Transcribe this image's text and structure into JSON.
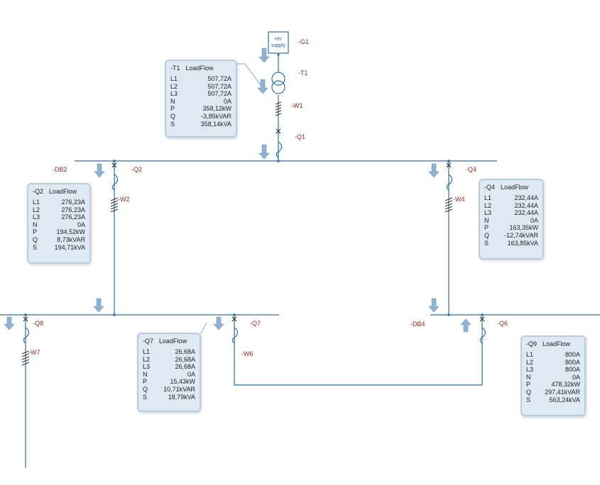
{
  "designations": {
    "g1": "-G1",
    "t1": "-T1",
    "w1": "-W1",
    "q1": "-Q1",
    "db2": "-DB2",
    "q2": "-Q2",
    "w2": "-W2",
    "q4": "-Q4",
    "w4": "-W4",
    "q8": "-Q8",
    "w7": "-W7",
    "q7": "-Q7",
    "w6": "-W6",
    "db4": "-DB4",
    "q6": "-Q6"
  },
  "hv_supply": {
    "line1": "HV",
    "line2": "supply"
  },
  "colors": {
    "wire": "#2b6ea8",
    "tag": "#8b2a1a",
    "panel_bg": "#dfe9f3",
    "panel_border": "#b9cde0",
    "arrow": "#8fb3d3"
  },
  "panels": [
    {
      "id": "t1",
      "title": "-T1",
      "subtitle": "LoadFlow",
      "rows": [
        {
          "label": "L1",
          "value": "507,72A"
        },
        {
          "label": "L2",
          "value": "507,72A"
        },
        {
          "label": "L3",
          "value": "507,72A"
        },
        {
          "label": "N",
          "value": "0A"
        },
        {
          "label": "P",
          "value": "358,12kW"
        },
        {
          "label": "Q",
          "value": "-3,85kVAR"
        },
        {
          "label": "S",
          "value": "358,14kVA"
        }
      ]
    },
    {
      "id": "q2",
      "title": "-Q2",
      "subtitle": "LoadFlow",
      "rows": [
        {
          "label": "L1",
          "value": "276,23A"
        },
        {
          "label": "L2",
          "value": "276,23A"
        },
        {
          "label": "L3",
          "value": "276,23A"
        },
        {
          "label": "N",
          "value": "0A"
        },
        {
          "label": "P",
          "value": "194,52kW"
        },
        {
          "label": "Q",
          "value": "8,73kVAR"
        },
        {
          "label": "S",
          "value": "194,71kVA"
        }
      ]
    },
    {
      "id": "q4",
      "title": "-Q4",
      "subtitle": "LoadFlow",
      "rows": [
        {
          "label": "L1",
          "value": "232,44A"
        },
        {
          "label": "L2",
          "value": "232,44A"
        },
        {
          "label": "L3",
          "value": "232,44A"
        },
        {
          "label": "N",
          "value": "0A"
        },
        {
          "label": "P",
          "value": "163,35kW"
        },
        {
          "label": "Q",
          "value": "-12,74kVAR"
        },
        {
          "label": "S",
          "value": "163,85kVA"
        }
      ]
    },
    {
      "id": "q7",
      "title": "-Q7",
      "subtitle": "LoadFlow",
      "rows": [
        {
          "label": "L1",
          "value": "26,68A"
        },
        {
          "label": "L2",
          "value": "26,68A"
        },
        {
          "label": "L3",
          "value": "26,68A"
        },
        {
          "label": "N",
          "value": "0A"
        },
        {
          "label": "P",
          "value": "15,43kW"
        },
        {
          "label": "Q",
          "value": "10,71kVAR"
        },
        {
          "label": "S",
          "value": "18,79kVA"
        }
      ]
    },
    {
      "id": "q9",
      "title": "-Q9",
      "subtitle": "LoadFlow",
      "rows": [
        {
          "label": "L1",
          "value": "800A"
        },
        {
          "label": "L2",
          "value": "800A"
        },
        {
          "label": "L3",
          "value": "800A"
        },
        {
          "label": "N",
          "value": "0A"
        },
        {
          "label": "P",
          "value": "478,32kW"
        },
        {
          "label": "Q",
          "value": "297,41kVAR"
        },
        {
          "label": "S",
          "value": "563,24kVA"
        }
      ]
    }
  ]
}
